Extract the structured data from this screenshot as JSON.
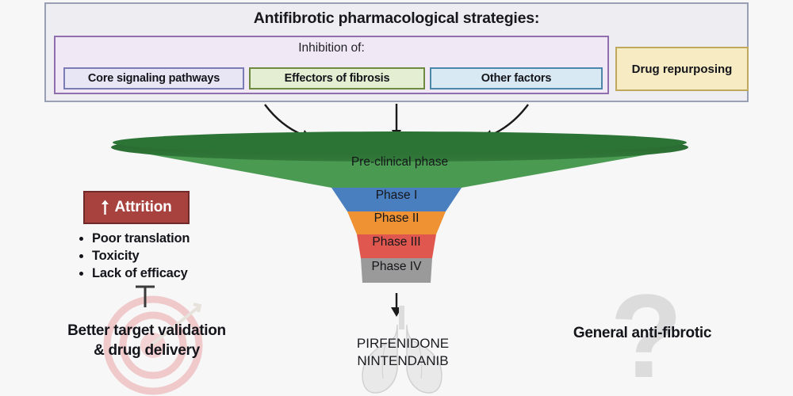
{
  "header": {
    "title": "Antifibrotic pharmacological strategies:",
    "inhibition_label": "Inhibition of:",
    "chips": [
      {
        "label": "Core signaling pathways",
        "fill": "#e8e6f5",
        "border": "#7b7bb5"
      },
      {
        "label": "Effectors of fibrosis",
        "fill": "#e3eed3",
        "border": "#6d8a3f"
      },
      {
        "label": "Other factors",
        "fill": "#d8e9f3",
        "border": "#4a87ab"
      }
    ],
    "repurposing_label": "Drug repurposing",
    "repurposing_fill": "#f7ebc4",
    "repurposing_border": "#bfa95e",
    "panel_fill": "#eeedf2",
    "panel_border": "#9aa0b4",
    "inhibition_fill": "#f0e9f5",
    "inhibition_border": "#8f6fae"
  },
  "arrows": {
    "left_arrow": "curved-arrow-down-right",
    "center_arrow": "straight-arrow-down",
    "right_arrow": "curved-arrow-down-left",
    "funnel_exit_arrow": "straight-arrow-down"
  },
  "funnel": {
    "stages": [
      {
        "label": "Pre-clinical phase",
        "color": "#4a9a52"
      },
      {
        "label": "Phase I",
        "color": "#4a7fbf"
      },
      {
        "label": "Phase II",
        "color": "#ef9233"
      },
      {
        "label": "Phase III",
        "color": "#e0574f"
      },
      {
        "label": "Phase IV",
        "color": "#9a9a9a"
      }
    ],
    "rim_color": "#2f7a3a"
  },
  "attrition": {
    "badge_label": "Attrition",
    "badge_icon": "up-arrow-icon",
    "badge_fill": "#a8423f",
    "badge_border": "#6e2b29",
    "reasons": [
      "Poor translation",
      "Toxicity",
      "Lack of efficacy"
    ]
  },
  "outcomes": {
    "better_target": "Better target validation\n& drug delivery",
    "better_target_line1": "Better target validation",
    "better_target_line2": "& drug delivery",
    "drugs_line1": "PIRFENIDONE",
    "drugs_line2": "NINTENDANIB",
    "general": "General anti-fibrotic",
    "inhibition_symbol": "inhibition-T-symbol",
    "target_icon": "dartboard-target-icon",
    "lungs_icon": "lungs-icon",
    "question_icon": "question-mark-icon"
  },
  "page": {
    "background": "#f7f7f8"
  }
}
